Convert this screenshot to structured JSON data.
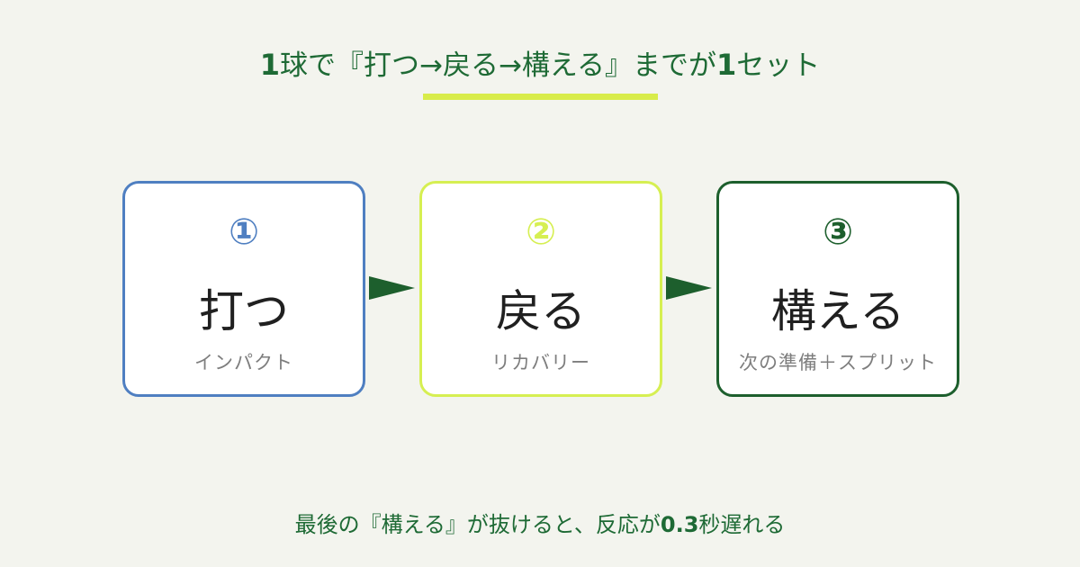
{
  "header": {
    "title_number_1": "1",
    "title_middle": "球で『打つ→戻る→構える』までが",
    "title_number_2": "1",
    "title_end": "セット"
  },
  "steps": [
    {
      "number": "①",
      "title": "打つ",
      "subtitle": "インパクト",
      "color": "#4f7fc1"
    },
    {
      "number": "②",
      "title": "戻る",
      "subtitle": "リカバリー",
      "color": "#d6ef52"
    },
    {
      "number": "③",
      "title": "構える",
      "subtitle": "次の準備＋スプリット",
      "color": "#1d5f2d"
    }
  ],
  "footer": {
    "text_start": "最後の『構える』が抜けると、反応が",
    "value": "0.3",
    "text_end": "秒遅れる"
  },
  "colors": {
    "background": "#f3f4ee",
    "accent_green": "#1e6a35",
    "highlight": "#d8ec4a",
    "arrow": "#1d5f2d"
  }
}
